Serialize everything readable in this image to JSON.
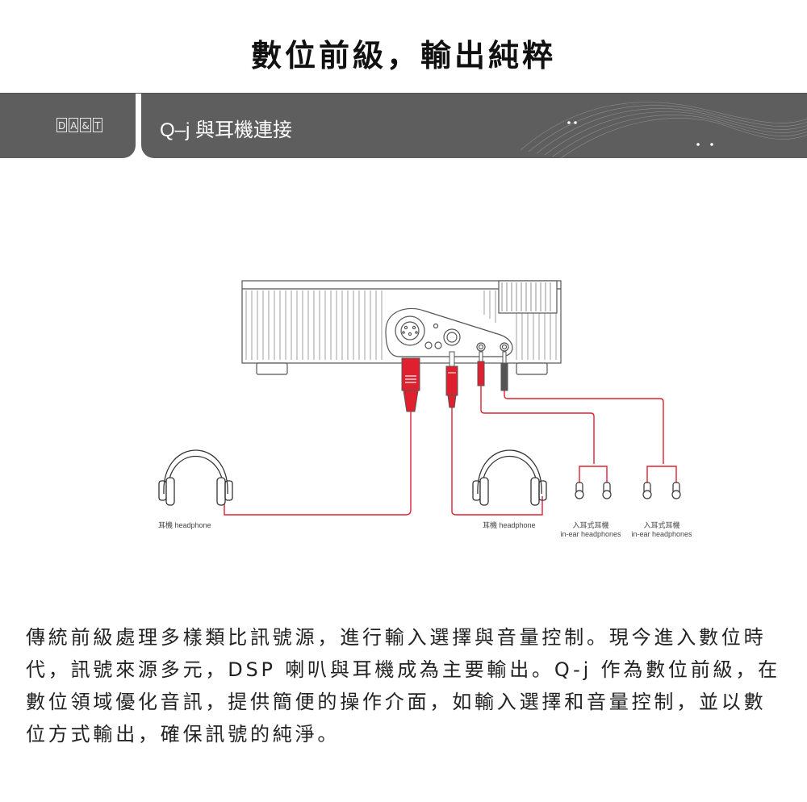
{
  "title": "數位前級，輸出純粹",
  "header": {
    "logo_letters": [
      "D",
      "A",
      "&",
      "T"
    ],
    "section_title": "Q–j 與耳機連接"
  },
  "diagram": {
    "labels": {
      "headphone_left": "耳機  headphone",
      "headphone_right": "耳機  headphone",
      "inear_1_zh": "入耳式耳機",
      "inear_1_en": "in-ear headphones",
      "inear_2_zh": "入耳式耳機",
      "inear_2_en": "in-ear headphones"
    },
    "colors": {
      "cable": "#e0202f",
      "outline": "#555555",
      "header_bg": "#5e5e5e"
    }
  },
  "body_text": "傳統前級處理多樣類比訊號源，進行輸入選擇與音量控制。現今進入數位時代，訊號來源多元，DSP 喇叭與耳機成為主要輸出。Q-j 作為數位前級，在數位領域優化音訊，提供簡便的操作介面，如輸入選擇和音量控制，並以數位方式輸出，確保訊號的純淨。"
}
